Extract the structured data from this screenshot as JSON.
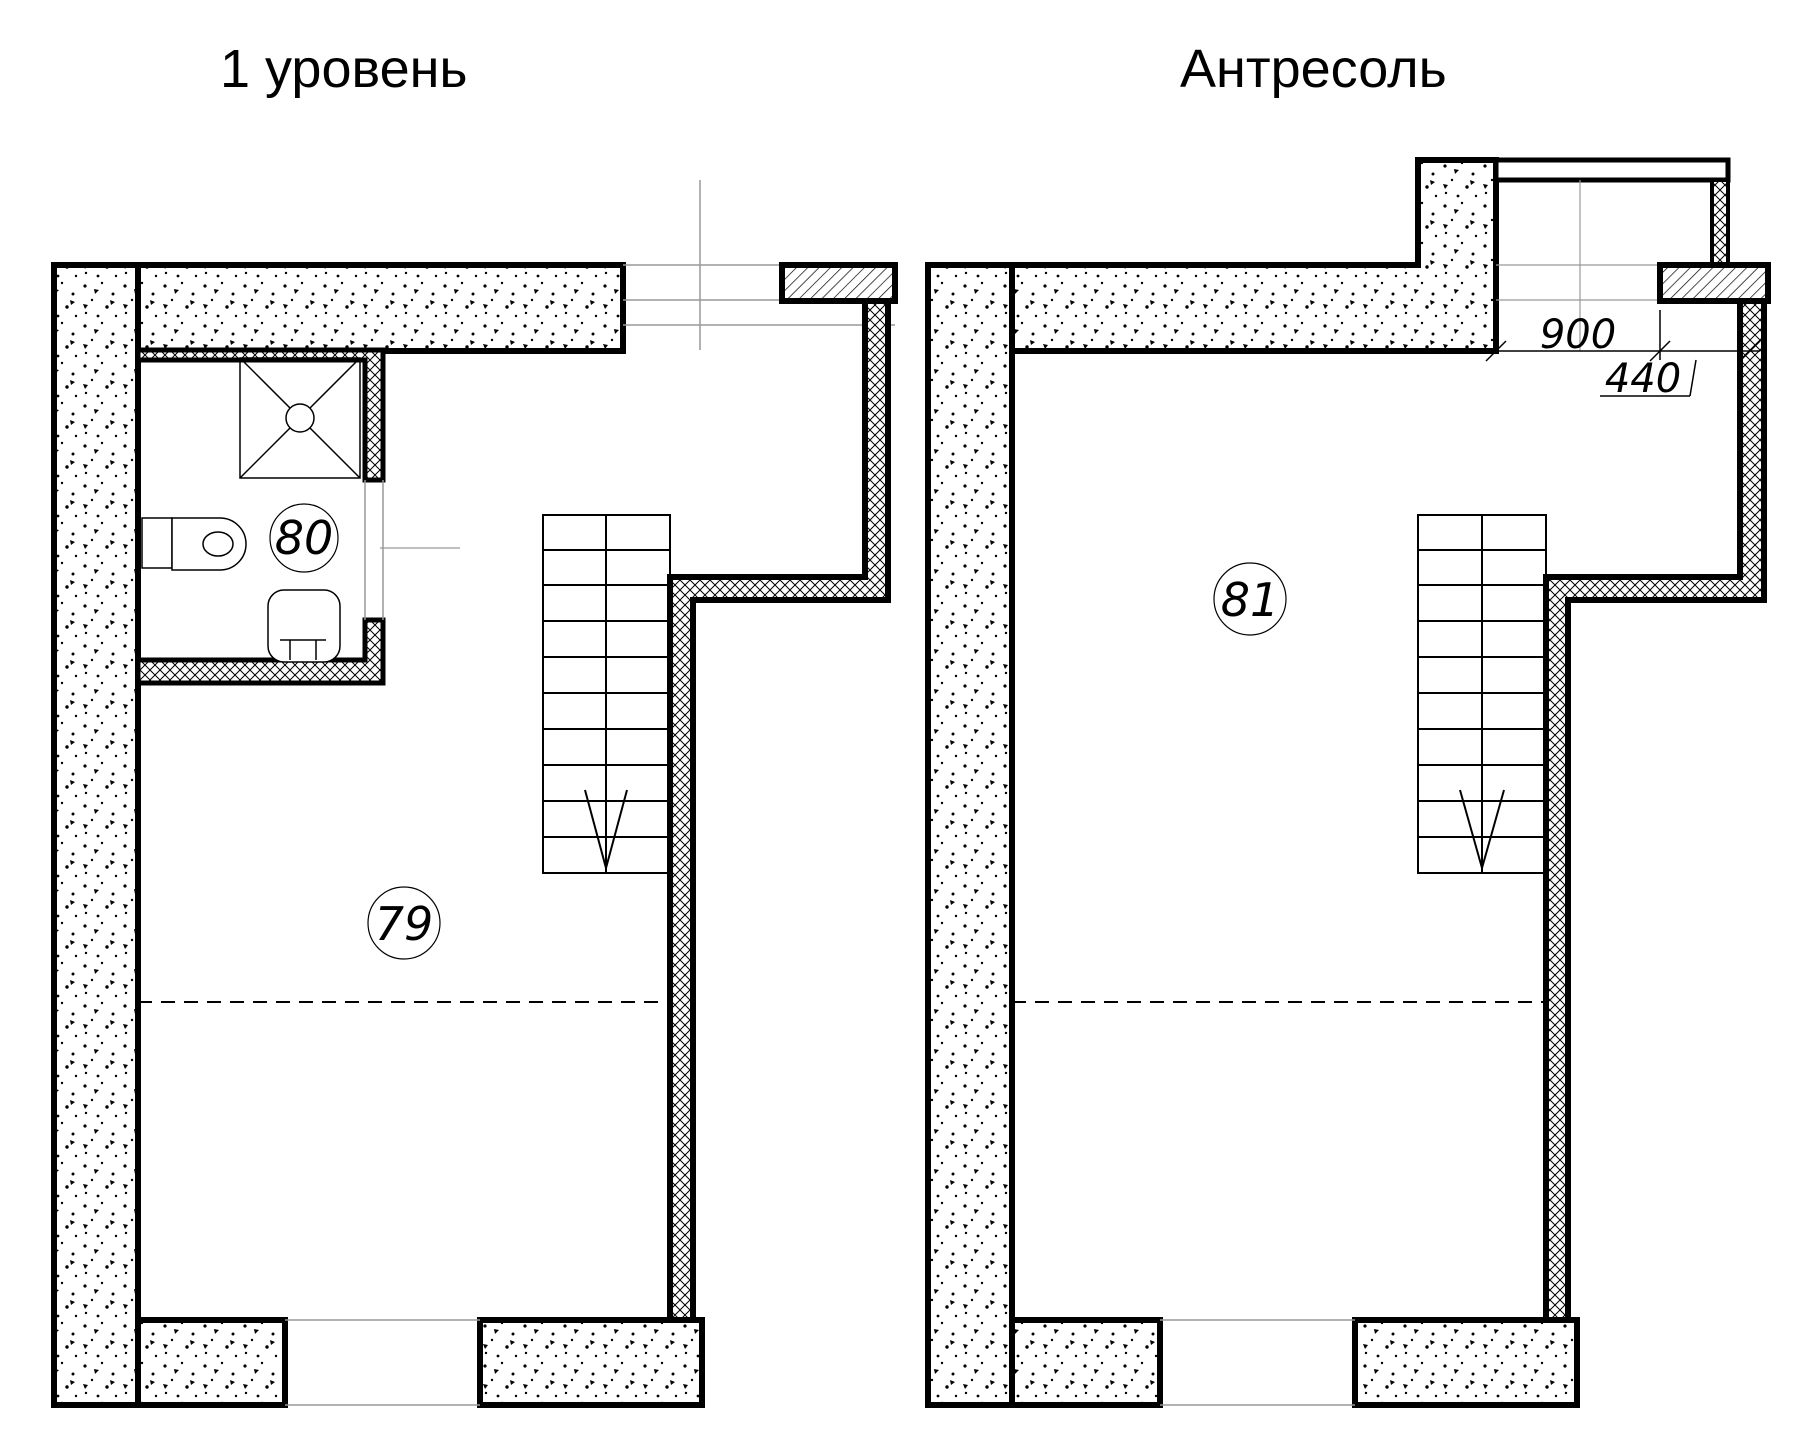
{
  "titles": {
    "left": "1 уровень",
    "right": "Антресоль"
  },
  "rooms": {
    "r79": "79",
    "r80": "80",
    "r81": "81"
  },
  "dimensions": {
    "d900": "900",
    "d440": "440"
  }
}
